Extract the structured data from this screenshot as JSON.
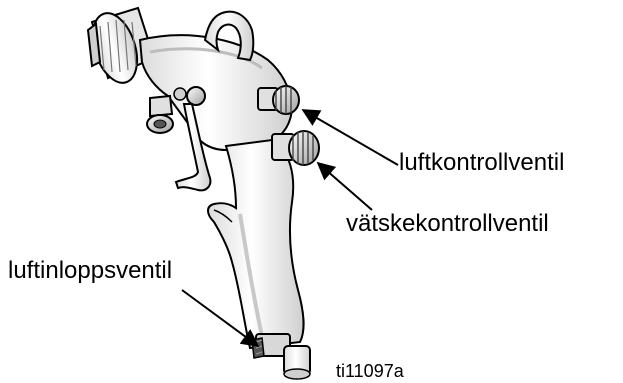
{
  "labels": {
    "air_control_valve": "luftkontrollventil",
    "fluid_control_valve": "vätskekontrollventil",
    "air_inlet_valve": "luftinloppsventil"
  },
  "figure_id": "ti11097a",
  "colors": {
    "outline": "#000000",
    "body_fill": "#f4f4f4",
    "shade": "#bdbdbd",
    "background": "#ffffff"
  }
}
